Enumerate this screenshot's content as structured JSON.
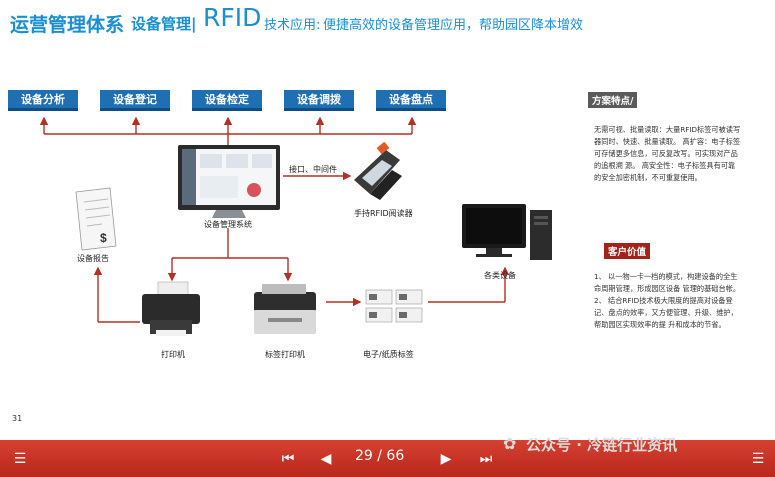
{
  "header": {
    "main": "运营管理体系",
    "sub": "设备管理|",
    "rfid": "RFID",
    "app": "技术应用:",
    "desc": "便捷高效的设备管理应用，帮助园区降本增效"
  },
  "buttons": [
    "设备分析",
    "设备登记",
    "设备检定",
    "设备调拨",
    "设备盘点"
  ],
  "diagram": {
    "system": "设备管理系统",
    "interface": "接口、中间件",
    "handheld": "手持RFID阅读器",
    "report": "设备报告",
    "devices": "各类设备",
    "printer": "打印机",
    "label_printer": "标签打印机",
    "tags": "电子/纸质标签"
  },
  "panel": {
    "features_title": "方案特点/",
    "features_text": "无需可视、批量读取：大量RFID标签可被读写器同时、快速、批量读取。 高扩容：电子标签可存储更多信息，可反复改写。可实现对产品的追根溯 源。 高安全性：电子标签具有可靠的安全加密机制，不可重复使用。",
    "value_title": "客户价值",
    "value_p1": "1、 以一物一卡一档的模式，构建设备的全生命周期管理，形成园区设备 管理的基础台帐。",
    "value_p2": "2、 结合RFID技术极大限度的提高对设备登记、盘点的效率，又方便管理、升级、维护，帮助园区实现效率的提 升和成本的节省。"
  },
  "page_number": "31",
  "footer": {
    "pager": "29 / 66",
    "watermark": "公众号 · 冷链行业资讯",
    "menu_icon": "☰",
    "first_icon": "⏮",
    "prev_icon": "◀",
    "next_icon": "▶",
    "last_icon": "⏭",
    "wechat_icon": "✿"
  }
}
